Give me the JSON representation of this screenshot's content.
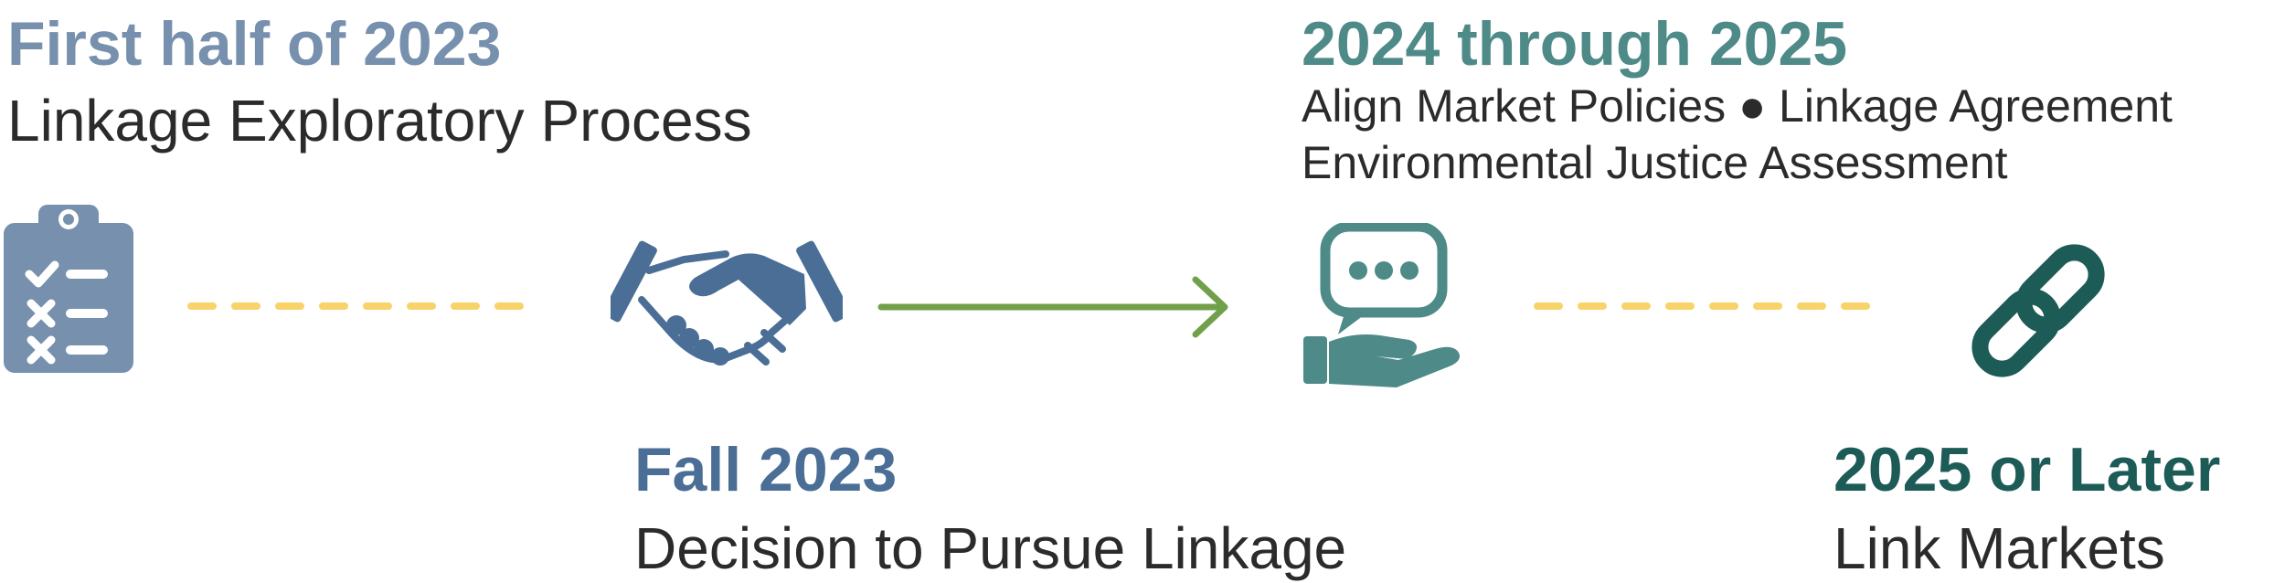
{
  "colors": {
    "step1": "#7690ad",
    "step2": "#4a6e95",
    "step3": "#4e8a87",
    "step4": "#1d5b57",
    "dashed_connector": "#f7d36a",
    "arrow_connector": "#71a04a",
    "body_text": "#2b2b2b"
  },
  "steps": [
    {
      "heading": "First half of 2023",
      "description": "Linkage Exploratory Process",
      "icon": "clipboard-checklist-icon"
    },
    {
      "heading": "Fall 2023",
      "description": "Decision to Pursue Linkage",
      "icon": "handshake-icon"
    },
    {
      "heading": "2024 through 2025",
      "description_line1": "Align Market Policies ● Linkage Agreement",
      "description_line2": "Environmental Justice Assessment",
      "icon": "hand-speech-bubble-icon"
    },
    {
      "heading": "2025 or Later",
      "description": "Link Markets",
      "icon": "chain-link-icon"
    }
  ]
}
